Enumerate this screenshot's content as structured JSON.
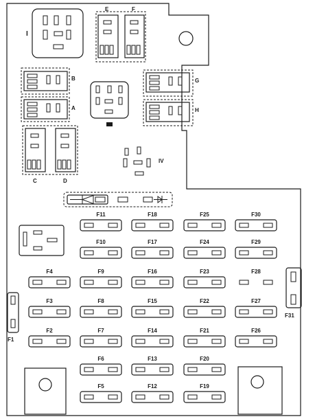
{
  "relays": {
    "I": "I",
    "E": "E",
    "F": "F",
    "B": "B",
    "A": "A",
    "G": "G",
    "H": "H",
    "C": "C",
    "D": "D",
    "IV": "IV"
  },
  "fuses": {
    "F1": "F1",
    "F2": "F2",
    "F3": "F3",
    "F4": "F4",
    "F5": "F5",
    "F6": "F6",
    "F7": "F7",
    "F8": "F8",
    "F9": "F9",
    "F10": "F10",
    "F11": "F11",
    "F12": "F12",
    "F13": "F13",
    "F14": "F14",
    "F15": "F15",
    "F16": "F16",
    "F17": "F17",
    "F18": "F18",
    "F19": "F19",
    "F20": "F20",
    "F21": "F21",
    "F22": "F22",
    "F23": "F23",
    "F24": "F24",
    "F25": "F25",
    "F26": "F26",
    "F27": "F27",
    "F28": "F28",
    "F29": "F29",
    "F30": "F30",
    "F31": "F31"
  }
}
